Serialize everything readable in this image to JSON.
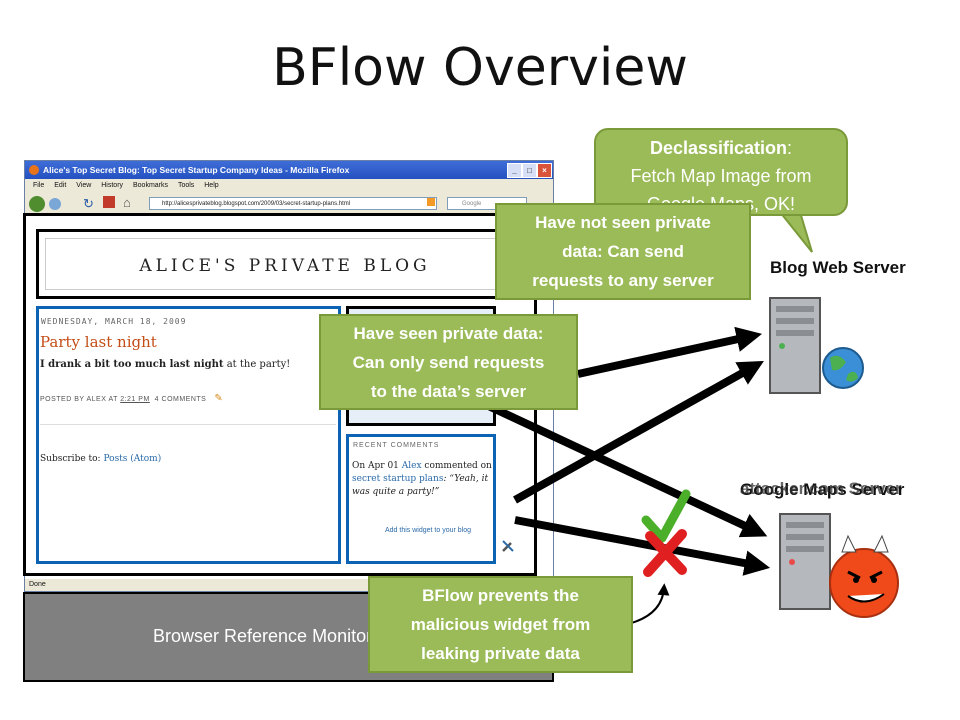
{
  "slide": {
    "title": "BFlow Overview"
  },
  "browser": {
    "window_title": "Alice's Top Secret Blog: Top Secret Startup Company Ideas - Mozilla Firefox",
    "menu": [
      "File",
      "Edit",
      "View",
      "History",
      "Bookmarks",
      "Tools",
      "Help"
    ],
    "url": "http://alicesprivateblog.blogspot.com/2009/03/secret-startup-plans.html",
    "search_placeholder": "Google",
    "status": "Done"
  },
  "blog": {
    "header": "ALICE'S PRIVATE BLOG",
    "post_date": "WEDNESDAY, MARCH 18, 2009",
    "post_title": "Party last night",
    "post_body_bold": "I drank a bit too much last night",
    "post_body_rest": " at the party!",
    "post_meta_prefix": "POSTED BY ALEX AT ",
    "post_meta_time": "2:21 PM",
    "post_meta_comments": "4 COMMENTS",
    "subscribe_prefix": "Subscribe to: ",
    "subscribe_link": "Posts (Atom)"
  },
  "widget": {
    "title": "RECENT COMMENTS",
    "text_prefix": "On Apr 01 ",
    "author": "Alex",
    "text_mid": " commented on ",
    "link": "secret startup plans",
    "quote": ": “Yeah, it was quite a party!”",
    "add_link": "Add this widget to your blog"
  },
  "monitor": {
    "label": "Browser Reference Monitor"
  },
  "callouts": {
    "declass_bold": "Declassification",
    "declass_line1_rest": ":",
    "declass_line2": "Fetch Map Image from",
    "declass_line3": "Google Maps, OK!",
    "not_seen_line1": "Have not seen private",
    "not_seen_line2": "data: Can send",
    "not_seen_line3": "requests to any server",
    "seen_line1": "Have seen private data:",
    "seen_line2": "Can only send requests",
    "seen_line3": "to the data’s server",
    "bflow_line1": "BFlow prevents the",
    "bflow_line2": "malicious widget from",
    "bflow_line3": "leaking private data"
  },
  "servers": {
    "blog": "Blog Web Server",
    "maps": "Google Maps Server",
    "attacker": "attacker.com Server"
  },
  "colors": {
    "callout_green": "#9bbb59",
    "widget_blue": "#0d63b3",
    "check_green": "#4caf2a",
    "cross_red": "#e02020",
    "monitor_gray": "#808080"
  }
}
